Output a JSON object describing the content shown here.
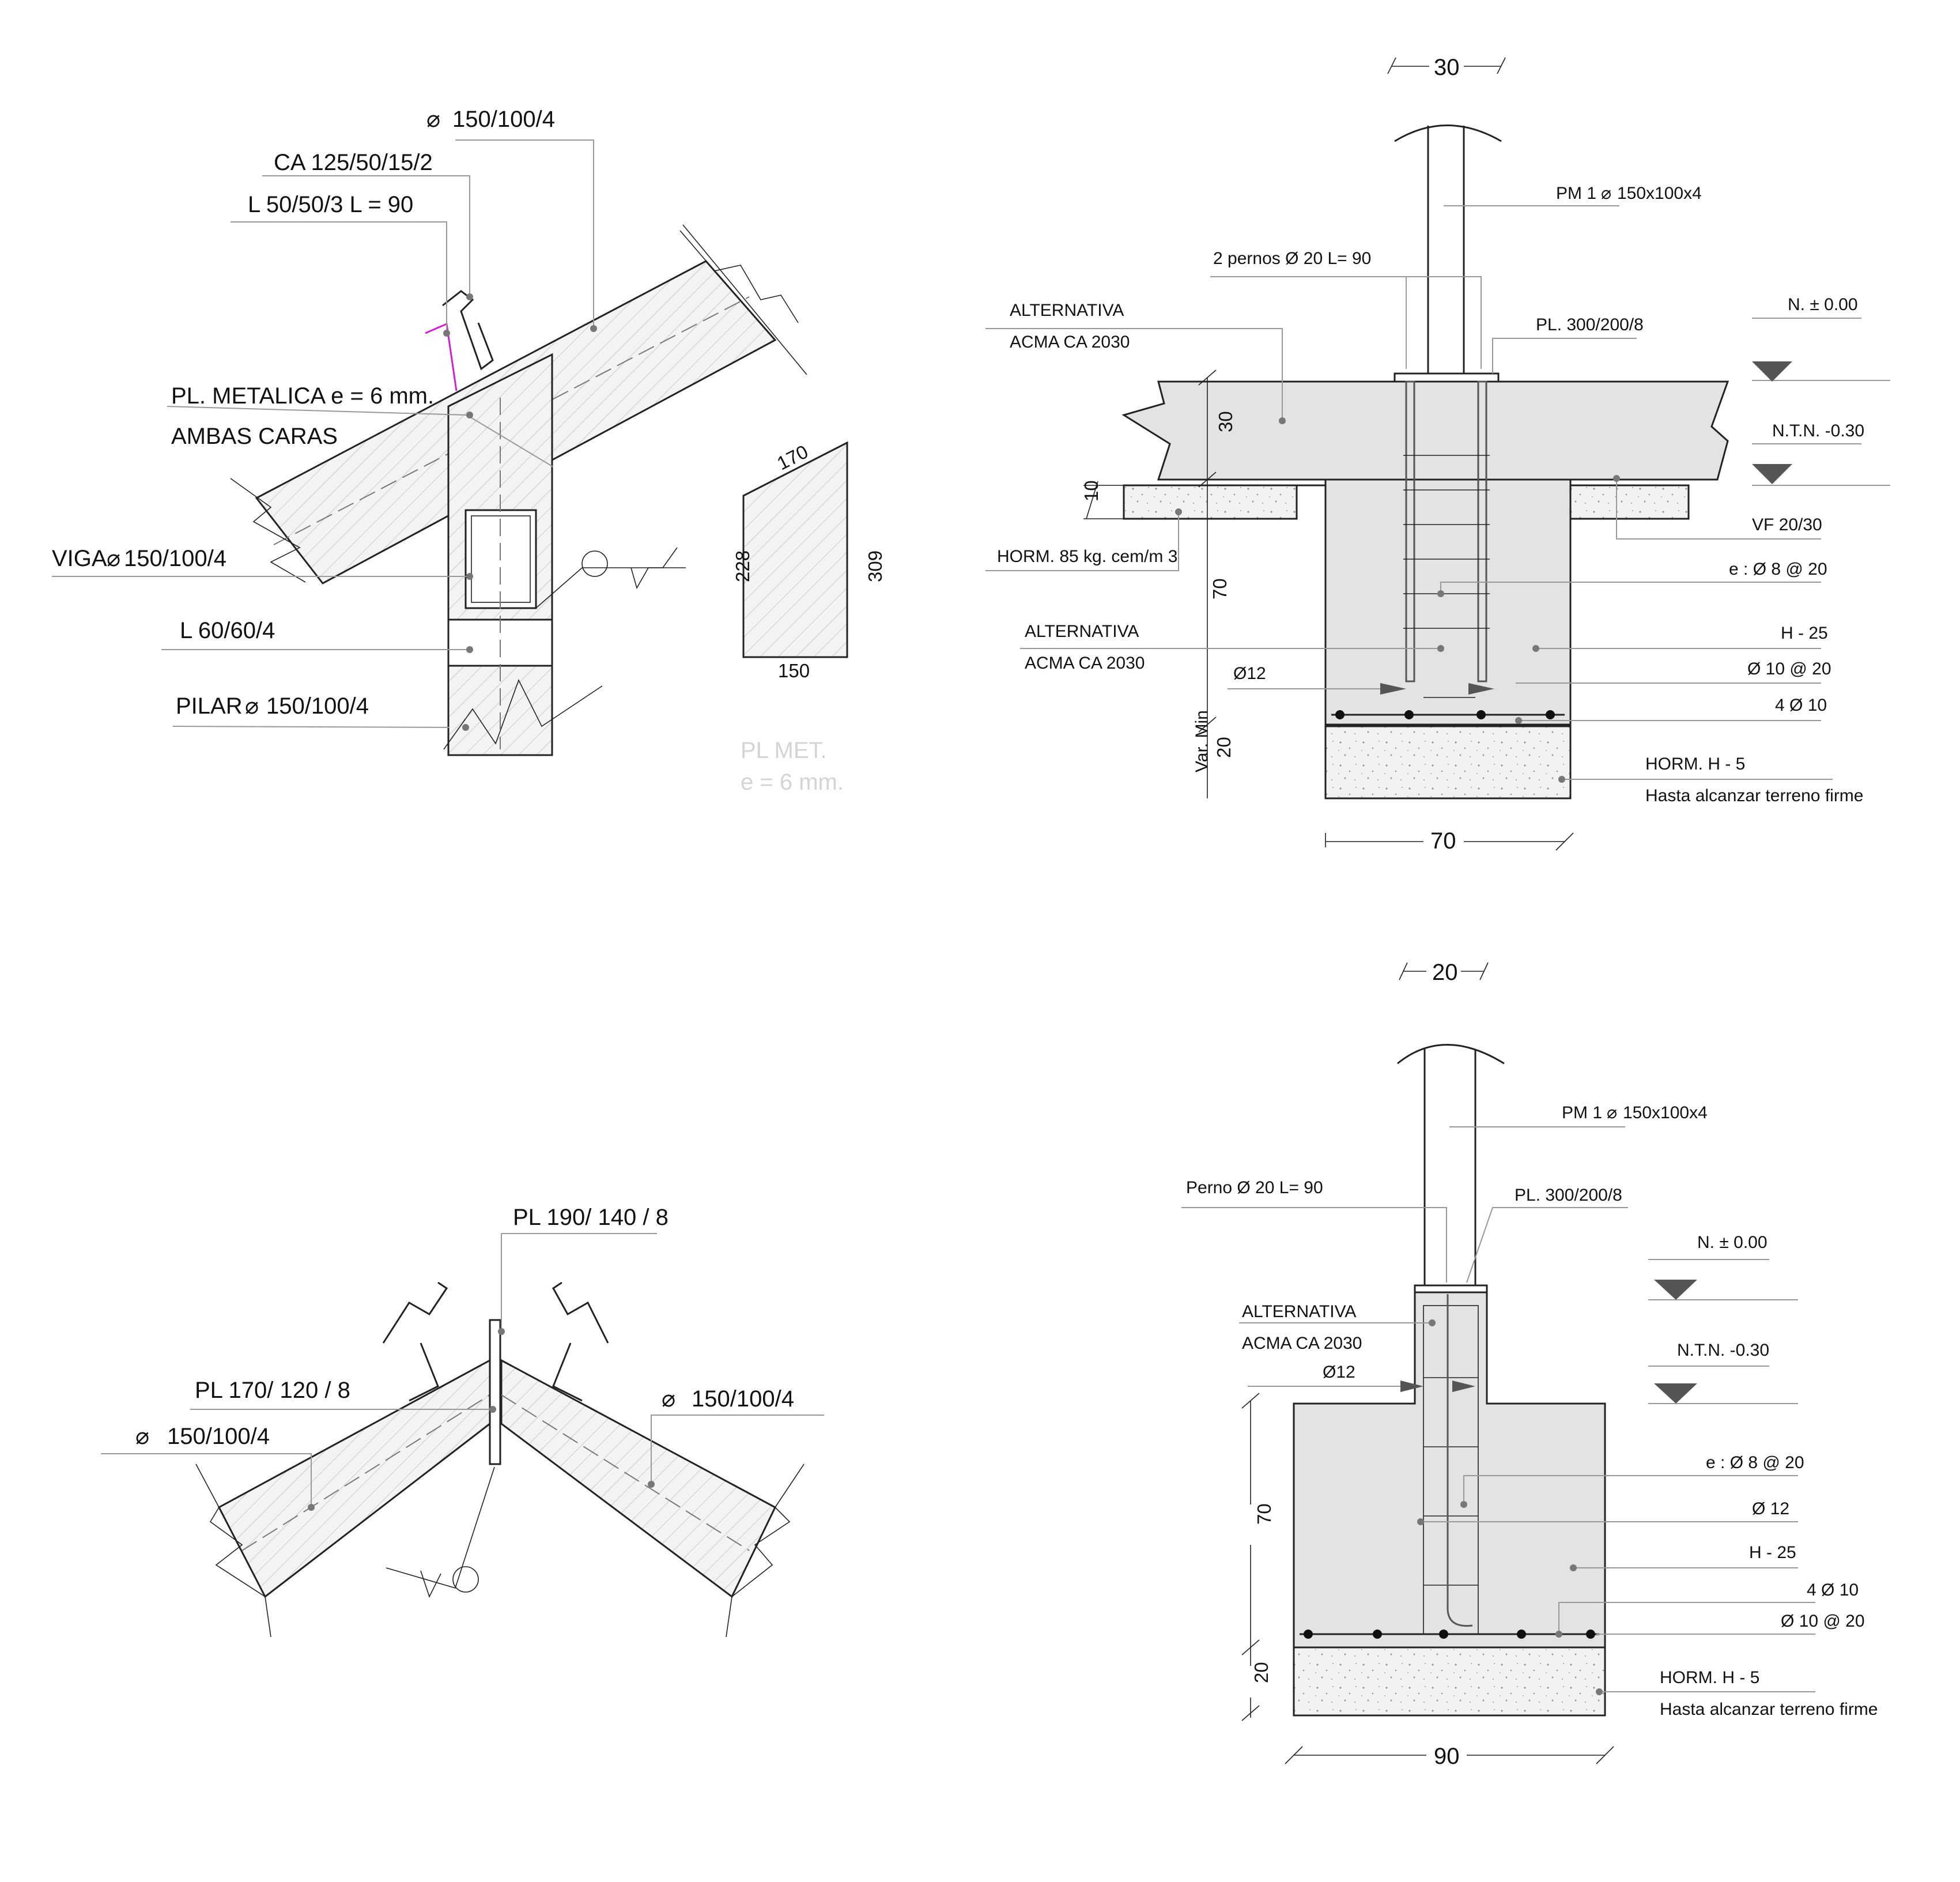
{
  "detail_a": {
    "tube_top": "150/100/4",
    "channel": "CA  125/50/15/2",
    "angle_clip": "L  50/50/3  L = 90",
    "plate_line1": "PL.  METALICA  e = 6 mm.",
    "plate_line2": "AMBAS   CARAS",
    "beam": "VIGA",
    "beam_size": "150/100/4",
    "angle_low": "L      60/60/4",
    "pillar": "PILAR",
    "pillar_size": "150/100/4",
    "plate_dim_top": "170",
    "plate_dim_left": "228",
    "plate_dim_right": "309",
    "plate_dim_bottom": "150",
    "plate_ghost_line1": "PL    MET.",
    "plate_ghost_line2": "e = 6 mm."
  },
  "detail_b": {
    "dim_top": "30",
    "post": "PM 1",
    "post_size": "150x100x4",
    "bolts": "2 pernos Ø 20  L= 90",
    "alt1_line1": "ALTERNATIVA",
    "alt1_line2": "ACMA  CA 2030",
    "base_plate": "PL.  300/200/8",
    "level_0": "N. ± 0.00",
    "level_ntn": "N.T.N. -0.30",
    "dim_30": "30",
    "dim_10": "10",
    "slab_concrete": "HORM. 85 kg. cem/m  3",
    "vf": "VF 20/30",
    "stirrups": "e : Ø 8 @ 20",
    "dim_70": "70",
    "alt2_line1": "ALTERNATIVA",
    "alt2_line2": "ACMA  CA 2030",
    "concrete": "H - 25",
    "bars_10": "Ø 10 @ 20",
    "d12": "Ø12",
    "bars_4": "4  Ø 10",
    "var_min": "Var. Min",
    "dim_20": "20",
    "lean": "HORM.  H - 5",
    "lean_note": "Hasta alcanzar  terreno  firme",
    "dim_bottom": "70"
  },
  "detail_c": {
    "pl_top": "PL     190/ 140 / 8",
    "pl_left": "PL     170/ 120 / 8",
    "tube_right": "150/100/4",
    "tube_left": "150/100/4"
  },
  "detail_d": {
    "dim_top": "20",
    "post": "PM 1",
    "post_size": "150x100x4",
    "bolt": "Perno Ø 20  L= 90",
    "base_plate": "PL.  300/200/8",
    "level_0": "N. ± 0.00",
    "alt_line1": "ALTERNATIVA",
    "alt_line2": "ACMA  CA 2030",
    "d12": "Ø12",
    "level_ntn": "N.T.N. -0.30",
    "stirrups": "e : Ø 8 @ 20",
    "bar12": "Ø  12",
    "concrete": "H - 25",
    "dim_70": "70",
    "bars_4": "4  Ø 10",
    "bars_10": "Ø 10 @ 20",
    "dim_20": "20",
    "lean": "HORM.  H - 5",
    "lean_note": "Hasta alcanzar  terreno  firme",
    "dim_bottom": "90"
  }
}
